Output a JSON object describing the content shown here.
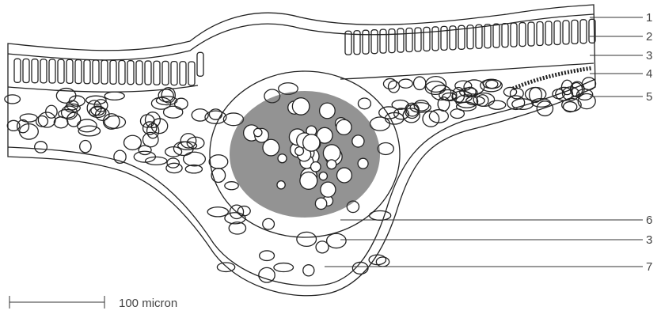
{
  "callouts": [
    "1",
    "2",
    "3",
    "4",
    "5",
    "6",
    "3",
    "7"
  ],
  "scale_bar": {
    "label": "100 micron"
  }
}
